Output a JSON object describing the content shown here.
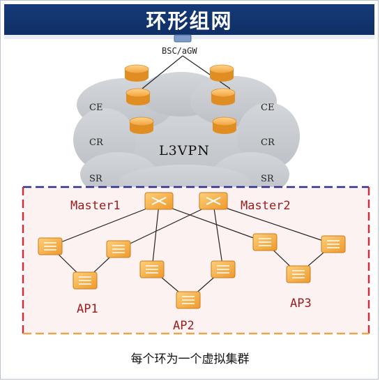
{
  "title": "环形组网",
  "caption": "每个环为一个虚拟集群",
  "nodes": {
    "bsc": "BSC/aGW",
    "ce_left": "CE",
    "ce_right": "CE",
    "cr_left": "CR",
    "cr_right": "CR",
    "sr_left": "SR",
    "sr_right": "SR",
    "cloud": "L3VPN",
    "master1": "Master1",
    "master2": "Master2",
    "ap1": "AP1",
    "ap2": "AP2",
    "ap3": "AP3"
  },
  "colors": {
    "header": "#163a78",
    "cloud": "#c9ccd1",
    "router": "#f2a23a",
    "dashed_blue": "#2d2f8e",
    "dashed_red": "#c9303a",
    "label_red": "#9b1b1b"
  }
}
